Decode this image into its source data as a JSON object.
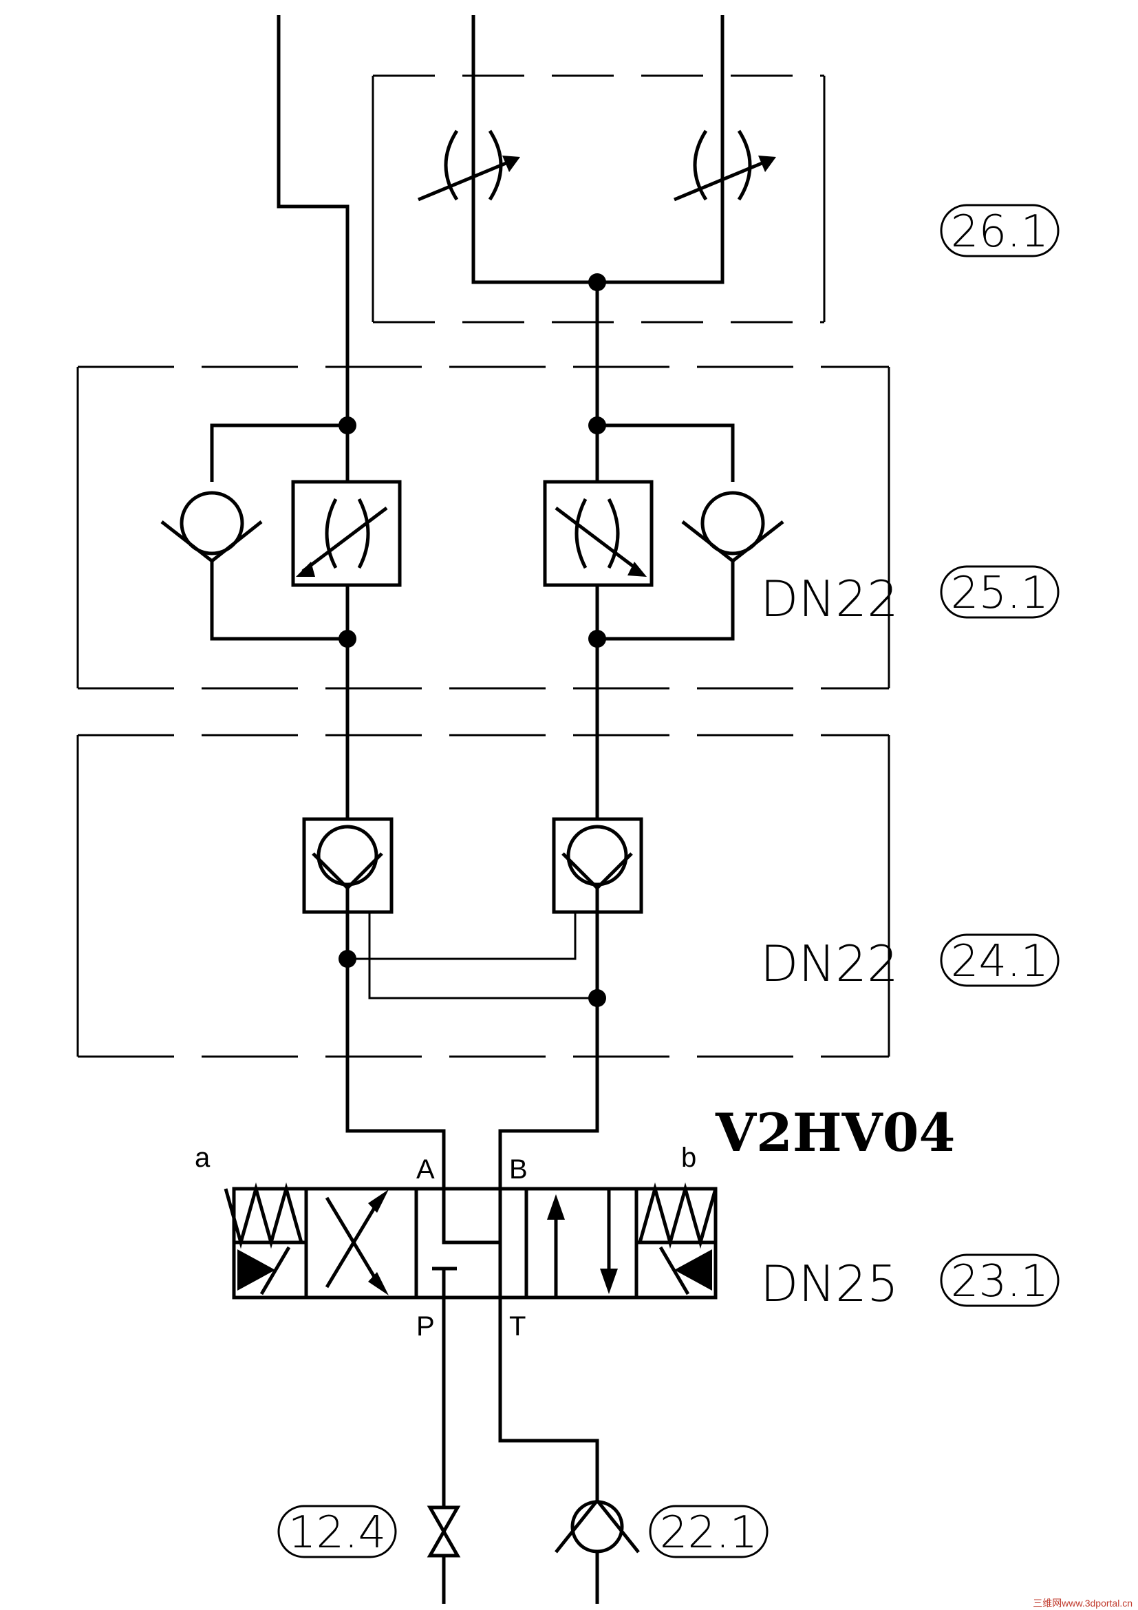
{
  "labels": {
    "dn_25_1": "DN22",
    "dn_24_1": "DN22",
    "dn_23_1": "DN25",
    "model": "V2HV04"
  },
  "ports": {
    "a": "a",
    "b": "b",
    "A": "A",
    "B": "B",
    "P": "P",
    "T": "T"
  },
  "balloons": {
    "b26": "26.1",
    "b25": "25.1",
    "b24": "24.1",
    "b23": "23.1",
    "b12": "12.4",
    "b22": "22.1"
  },
  "watermark": "三维网www.3dportal.cn"
}
